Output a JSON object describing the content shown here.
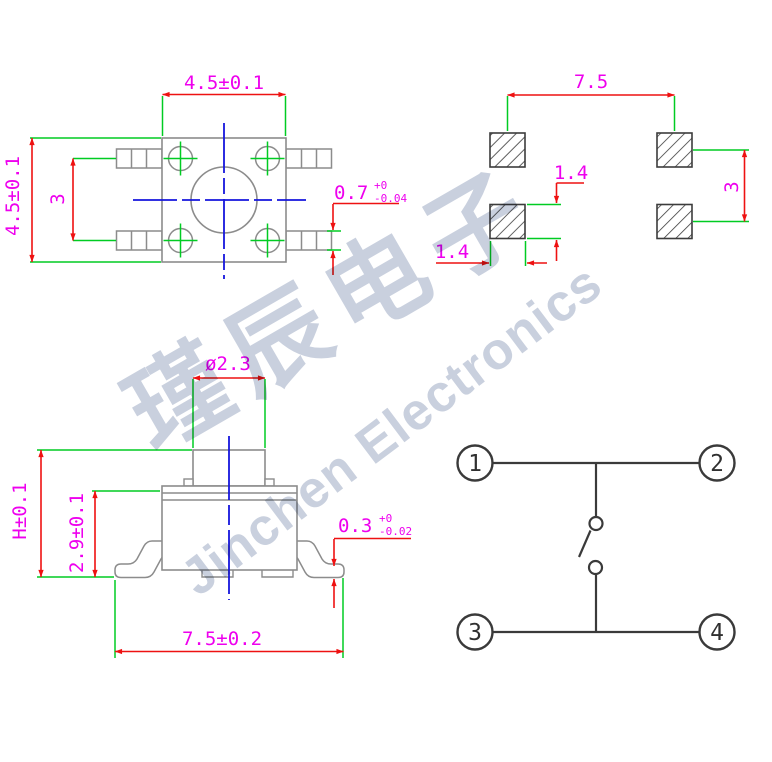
{
  "watermark": {
    "cn": "瑾辰电子",
    "en": "Jinchen Electronics"
  },
  "top_view": {
    "dim_width": "4.5±0.1",
    "dim_height": "4.5±0.1",
    "dim_pin_pitch": "3",
    "dim_pin_width": {
      "main": "0.7",
      "plus": "+0",
      "minus": "-0.04"
    }
  },
  "land_pattern": {
    "dim_pad_span": "7.5",
    "dim_pad_height": "1.4",
    "dim_pad_width": "1.4",
    "dim_row_pitch": "3"
  },
  "side_view": {
    "dim_actuator_dia": "ø2.3",
    "dim_total_height": "H±0.1",
    "dim_body_height": "2.9±0.1",
    "dim_lead_thickness": {
      "main": "0.3",
      "plus": "+0",
      "minus": "-0.02"
    },
    "dim_lead_span": "7.5±0.2"
  },
  "schematic": {
    "pin1": "1",
    "pin2": "2",
    "pin3": "3",
    "pin4": "4"
  },
  "colors": {
    "dimension_text": "#ee00ee",
    "dimension_line": "#ee1111",
    "extension_line": "#00cc22",
    "center_line": "#1616dd",
    "outline": "#8c8c8c",
    "schematic_line": "#3a3a3a",
    "watermark": "#c9d0de"
  }
}
